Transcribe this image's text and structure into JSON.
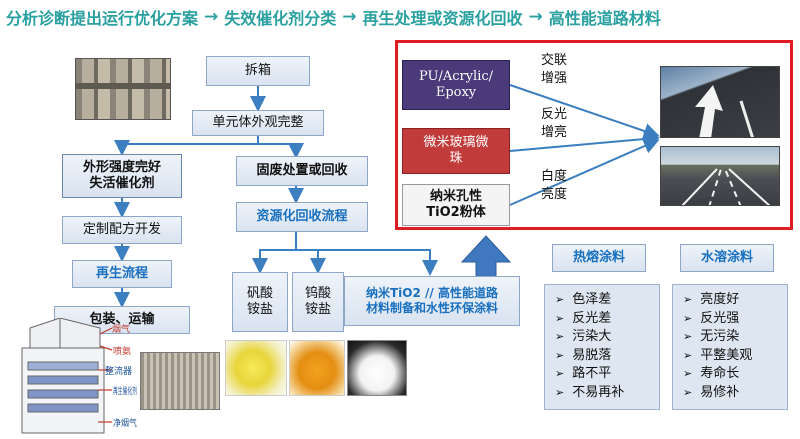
{
  "header": {
    "step1": "分析诊断提出运行优化方案",
    "step2": "失效催化剂分类",
    "step3": "再生处理或资源化回收",
    "step4": "高性能道路材料",
    "arrow": "→"
  },
  "flow": {
    "disassemble": "拆箱",
    "unit_check": "单元体外观完整",
    "intact_line1": "外形强度完好",
    "intact_line2": "失活催化剂",
    "custom_formula": "定制配方开发",
    "regen_process": "再生流程",
    "pack_transport": "包装、运输",
    "solid_waste": "固废处置或回收",
    "resource_recovery": "资源化回收流程",
    "vanadate_line1": "矾酸",
    "vanadate_line2": "铵盐",
    "tungstate_line1": "钨酸",
    "tungstate_line2": "铵盐",
    "nano_tio2_line1": "纳米TiO2 // 高性能道路",
    "nano_tio2_line2": "材料制备和水性环保涂料"
  },
  "reactor_labels": {
    "flue_gas": "烟气",
    "ammonia": "喷氨",
    "rectifier": "整流器",
    "regen_catalyst": "再生催化剂",
    "clean_flue": "净烟气"
  },
  "materials": {
    "pu_line1": "PU/Acrylic/",
    "pu_line2": "Epoxy",
    "glass_line1": "微米玻璃微",
    "glass_line2": "珠",
    "tio2_line1": "纳米孔性",
    "tio2_line2": "TiO2粉体"
  },
  "properties": {
    "crosslink_line1": "交联",
    "crosslink_line2": "增强",
    "reflect_line1": "反光",
    "reflect_line2": "增亮",
    "white_line1": "白度",
    "white_line2": "亮度"
  },
  "hot_melt": {
    "title": "热熔涂料",
    "items": [
      "色泽差",
      "反光差",
      "污染大",
      "易脱落",
      "路不平",
      "不易再补"
    ]
  },
  "water_based": {
    "title": "水溶涂料",
    "items": [
      "亮度好",
      "反光强",
      "无污染",
      "平整美观",
      "寿命长",
      "易修补"
    ]
  },
  "icons": {
    "check": "➢"
  },
  "colors": {
    "title": "#2aa0a0",
    "frame_red": "#e01b24",
    "pu_purple": "#4a3a7a",
    "glass_red": "#c23b3b",
    "flow_blue": "#3b7fc0"
  }
}
